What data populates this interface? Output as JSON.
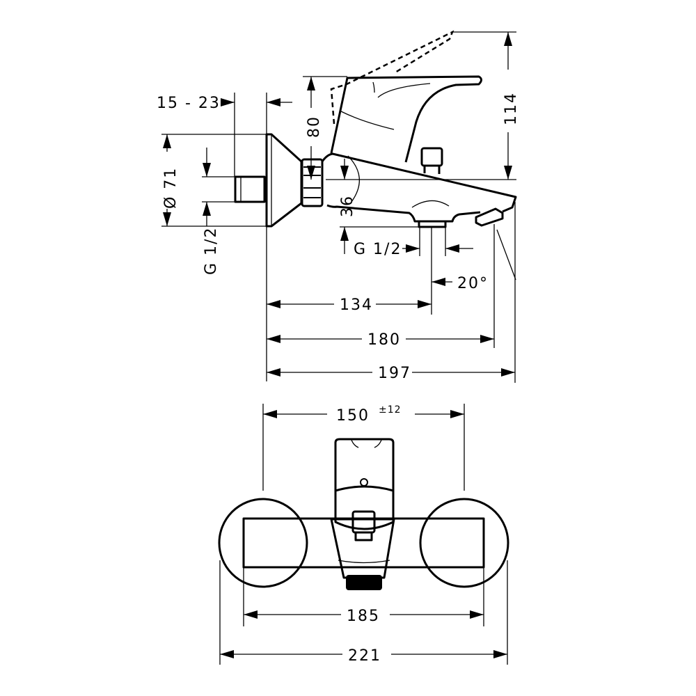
{
  "side_view": {
    "dim_wall_distance": "15 - 23",
    "dim_handle_height": "80",
    "dim_total_height": "114",
    "dim_escutcheon_diameter": "Ø 71",
    "dim_inlet_thread": "G 1/2",
    "dim_outlet_height": "36",
    "dim_outlet_thread": "G 1/2",
    "dim_spout_angle": "20°",
    "dim_outlet_projection": "134",
    "dim_spout_projection": "180",
    "dim_total_projection": "197"
  },
  "front_view": {
    "dim_center_distance": "150",
    "dim_center_tolerance": "±12",
    "dim_body_width": "185",
    "dim_total_width": "221"
  },
  "colors": {
    "line": "#000000",
    "background": "#ffffff"
  }
}
